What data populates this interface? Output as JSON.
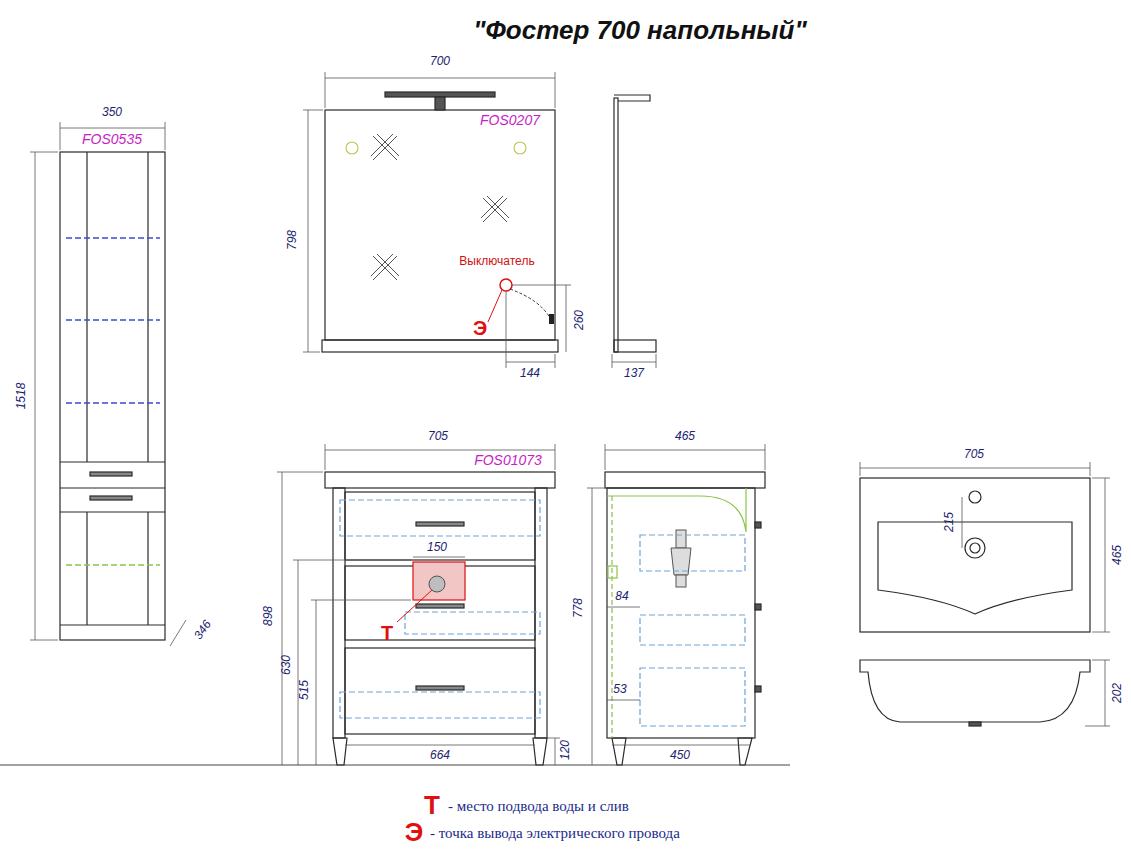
{
  "diagram": {
    "title": "\"Фостер 700 напольный\"",
    "labels": [
      "350",
      "FOS0535",
      "1518",
      "346",
      "700",
      "FOS0207",
      "798",
      "Выключатель",
      "Э",
      "260",
      "144",
      "137",
      "705",
      "FOS01073",
      "898",
      "630",
      "150",
      "515",
      "Т",
      "664",
      "120",
      "465",
      "778",
      "84",
      "53",
      "450",
      "705",
      "215",
      "465",
      "202",
      "Т",
      "- место подвода воды и слив",
      "Э",
      "- точка вывода электрического провода"
    ]
  }
}
